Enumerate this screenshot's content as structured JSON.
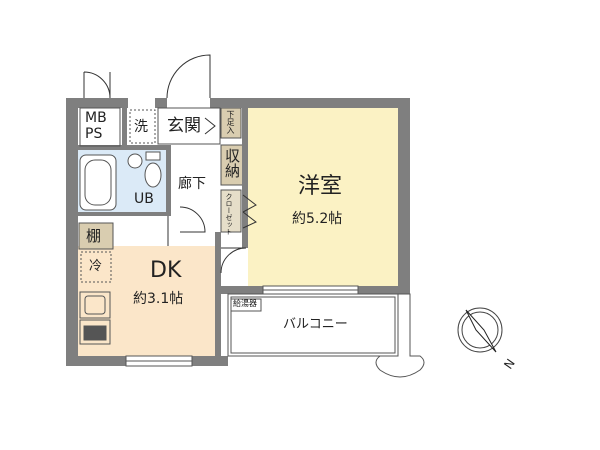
{
  "rooms": {
    "mbps_line1": "MB",
    "mbps_line2": "PS",
    "sentaku": "洗",
    "genkan": "玄関",
    "getabako": "下足入",
    "shuno": "収納",
    "roka": "廊下",
    "closet": "クローゼット",
    "ub": "UB",
    "tana": "棚",
    "rei": "冷",
    "dk_name": "DK",
    "dk_area": "約3.1帖",
    "yoshitsu_name": "洋室",
    "yoshitsu_area": "約5.2帖",
    "kyutoki": "給湯器",
    "balcony": "バルコニー"
  },
  "compass": {
    "label": "N"
  },
  "colors": {
    "wall": "#7f7f7f",
    "yoshitsu_floor": "#fbf2c4",
    "dk_floor": "#fbe6c9",
    "bath_floor": "#dbeaf7",
    "storage_fill": "#d9cdb0",
    "entry_floor": "#ffffff"
  }
}
